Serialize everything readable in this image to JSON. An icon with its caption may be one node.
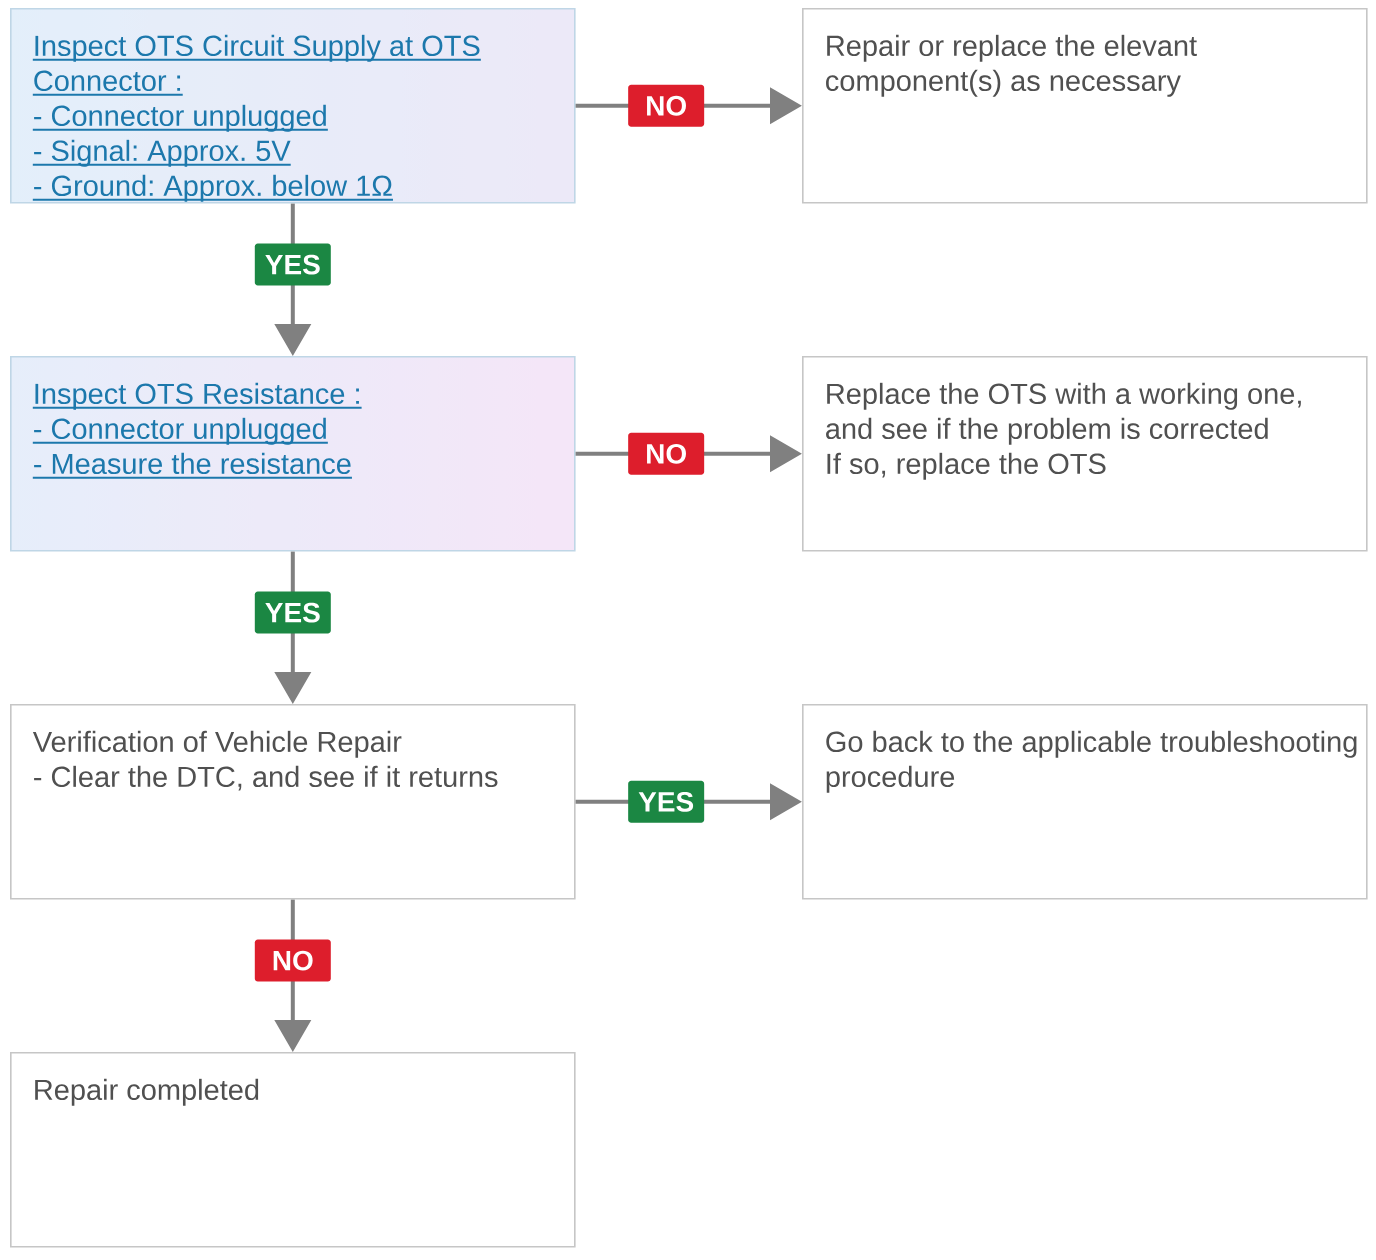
{
  "diagram": {
    "nodes": [
      {
        "text": [
          "Inspect OTS Circuit Supply at OTS Connector :",
          "- Connector unplugged",
          "- Signal: Approx. 5V",
          "- Ground: Approx. below 1Ω"
        ]
      },
      {
        "text": [
          "Repair or replace the elevant component(s) as necessary"
        ]
      },
      {
        "text": [
          "Inspect OTS Resistance :",
          "- Connector unplugged",
          "- Measure the resistance"
        ]
      },
      {
        "text": [
          "Replace the OTS with a working one, and see if the problem is corrected",
          "If so, replace the OTS"
        ]
      },
      {
        "text": [
          "Verification of Vehicle Repair",
          "- Clear the DTC, and see if it returns"
        ]
      },
      {
        "text": [
          "Go back to the applicable troubleshooting procedure"
        ]
      },
      {
        "text": [
          "Repair completed"
        ]
      }
    ],
    "edges": [
      {
        "from": 0,
        "to": 1,
        "arrow": "to",
        "label": "NO"
      },
      {
        "from": 0,
        "to": 2,
        "arrow": "to",
        "label": "YES"
      },
      {
        "from": 2,
        "to": 3,
        "arrow": "to",
        "label": "NO"
      },
      {
        "from": 2,
        "to": 4,
        "arrow": "to",
        "label": "YES"
      },
      {
        "from": 4,
        "to": 5,
        "arrow": "to",
        "label": "YES"
      },
      {
        "from": 4,
        "to": 6,
        "arrow": "to",
        "label": "NO"
      }
    ]
  }
}
